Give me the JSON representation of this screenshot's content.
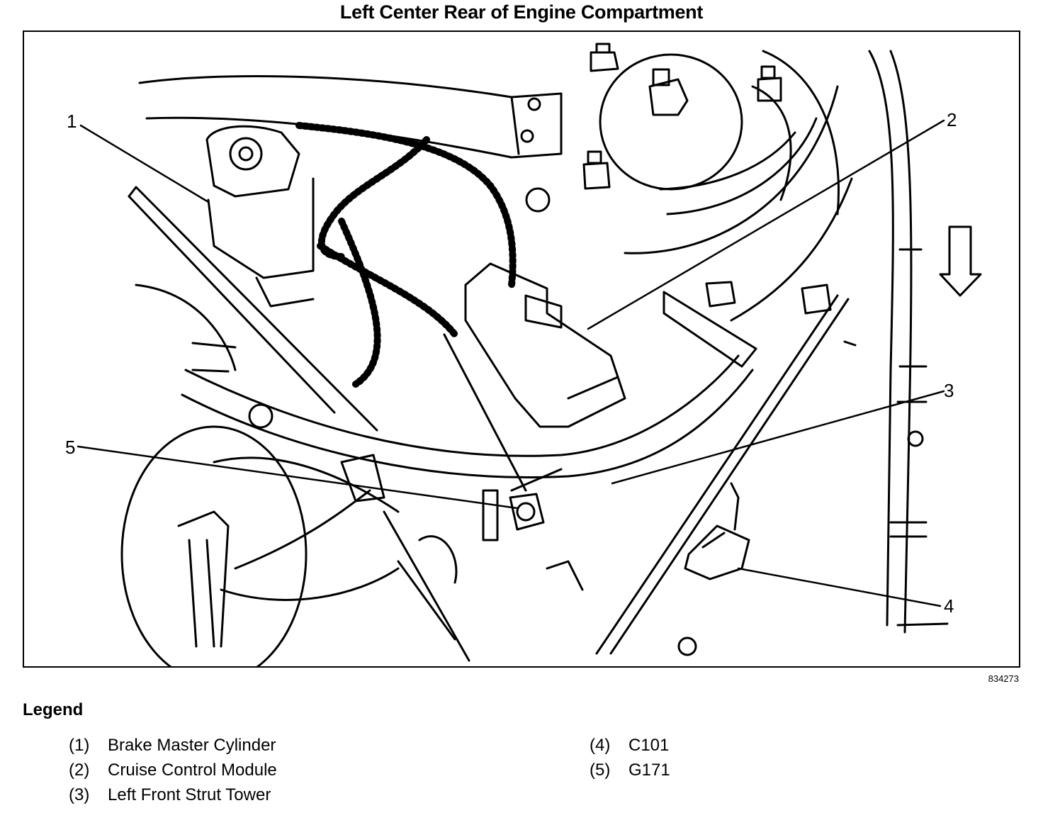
{
  "title": "Left Center Rear of Engine Compartment",
  "figure_id": "834273",
  "callouts": {
    "c1": "1",
    "c2": "2",
    "c3": "3",
    "c4": "4",
    "c5": "5"
  },
  "legend": {
    "title": "Legend",
    "items": [
      {
        "num": "(1)",
        "label": "Brake Master Cylinder"
      },
      {
        "num": "(2)",
        "label": "Cruise Control Module"
      },
      {
        "num": "(3)",
        "label": "Left Front Strut Tower"
      },
      {
        "num": "(4)",
        "label": "C101"
      },
      {
        "num": "(5)",
        "label": "G171"
      }
    ]
  }
}
